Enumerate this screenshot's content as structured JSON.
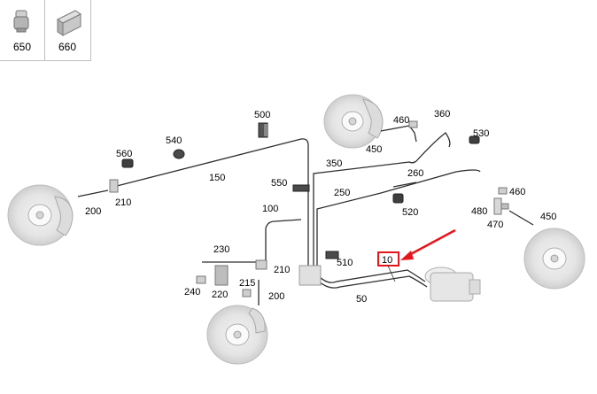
{
  "legend": [
    {
      "label": "650",
      "icon": "plug-icon"
    },
    {
      "label": "660",
      "icon": "hex-fitting-icon"
    }
  ],
  "callouts": {
    "c500": "500",
    "c460a": "460",
    "c360": "360",
    "c530": "530",
    "c450a": "450",
    "c560": "560",
    "c540": "540",
    "c350": "350",
    "c150": "150",
    "c260": "260",
    "c550": "550",
    "c460b": "460",
    "c250": "250",
    "c210a": "210",
    "c200a": "200",
    "c520": "520",
    "c100": "100",
    "c480": "480",
    "c470": "470",
    "c450b": "450",
    "c230": "230",
    "c210b": "210",
    "c510": "510",
    "c10": "10",
    "c240": "240",
    "c220": "220",
    "c215": "215",
    "c200b": "200",
    "c50": "50"
  },
  "colors": {
    "highlight": "#e8141b",
    "line": "#333333",
    "part_fill": "#e9e9e9",
    "part_stroke": "#9a9a9a",
    "dark_part": "#3a3a3a"
  }
}
